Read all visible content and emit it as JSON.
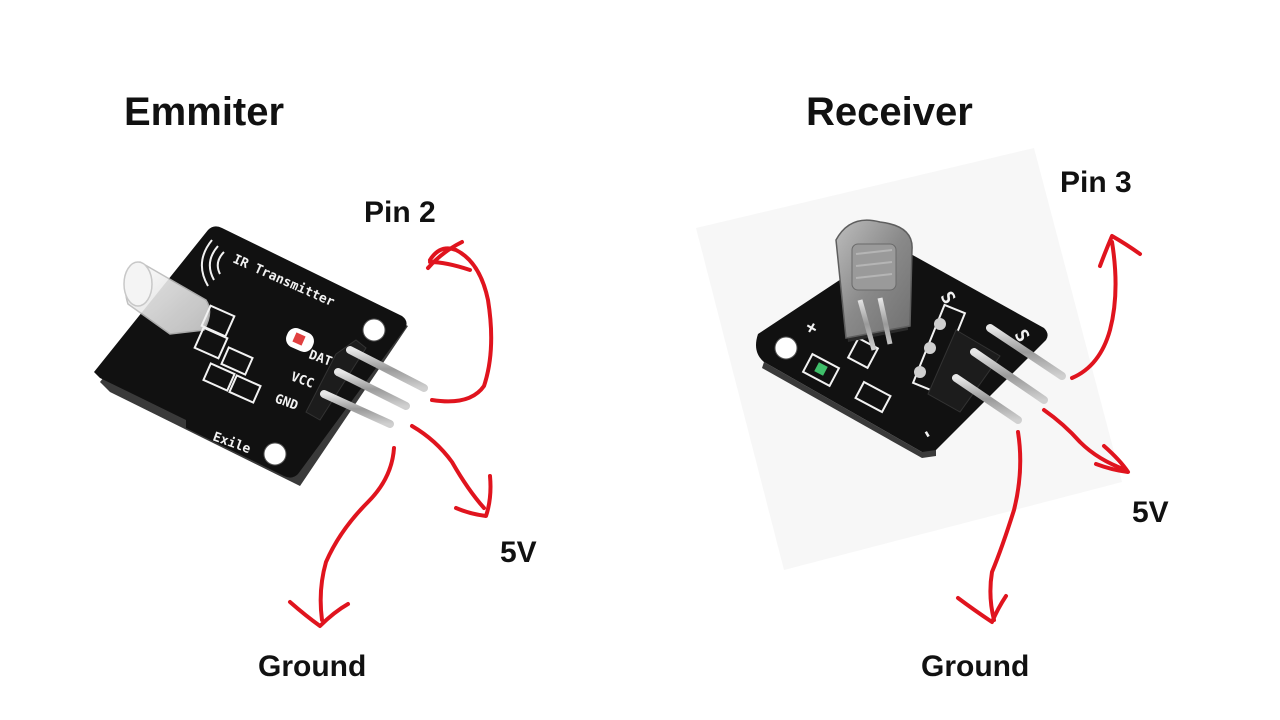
{
  "emitter": {
    "title": "Emmiter",
    "board_text": "IR Transmitter",
    "silk": {
      "dat": "DAT",
      "vcc": "VCC",
      "gnd": "GND",
      "brand": "Exile"
    },
    "connections": {
      "signal": "Pin 2",
      "power": "5V",
      "ground": "Ground"
    }
  },
  "receiver": {
    "title": "Receiver",
    "silk": {
      "signal": "S",
      "plus": "+",
      "minus": "-"
    },
    "connections": {
      "signal": "Pin 3",
      "power": "5V",
      "ground": "Ground"
    }
  },
  "colors": {
    "arrow": "#e0141e",
    "pcb": "#111111",
    "pins": "#b9b9b9",
    "text": "#111111"
  }
}
